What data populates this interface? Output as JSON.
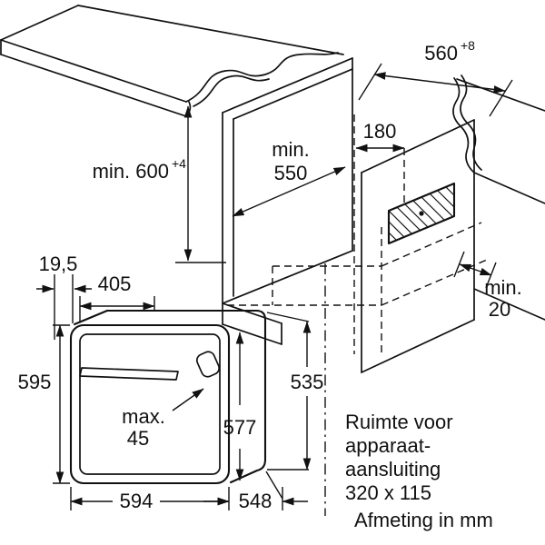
{
  "niche": {
    "height": "min. 600",
    "height_tol": "+4",
    "width": "560",
    "width_tol": "+8",
    "depth_min": "min.",
    "depth_value": "550",
    "vent_opening": "180",
    "rear_gap_min": "min.",
    "rear_gap_value": "20"
  },
  "oven": {
    "front_overhang": "19,5",
    "top_depth": "405",
    "height": "595",
    "rear_height": "535",
    "door_height": "577",
    "handle_max": "max.",
    "handle_value": "45",
    "width": "594",
    "depth": "548"
  },
  "note": {
    "l1": "Ruimte voor",
    "l2": "apparaat-",
    "l3": "aansluiting",
    "l4": "320 x 115"
  },
  "caption": "Afmeting in mm"
}
